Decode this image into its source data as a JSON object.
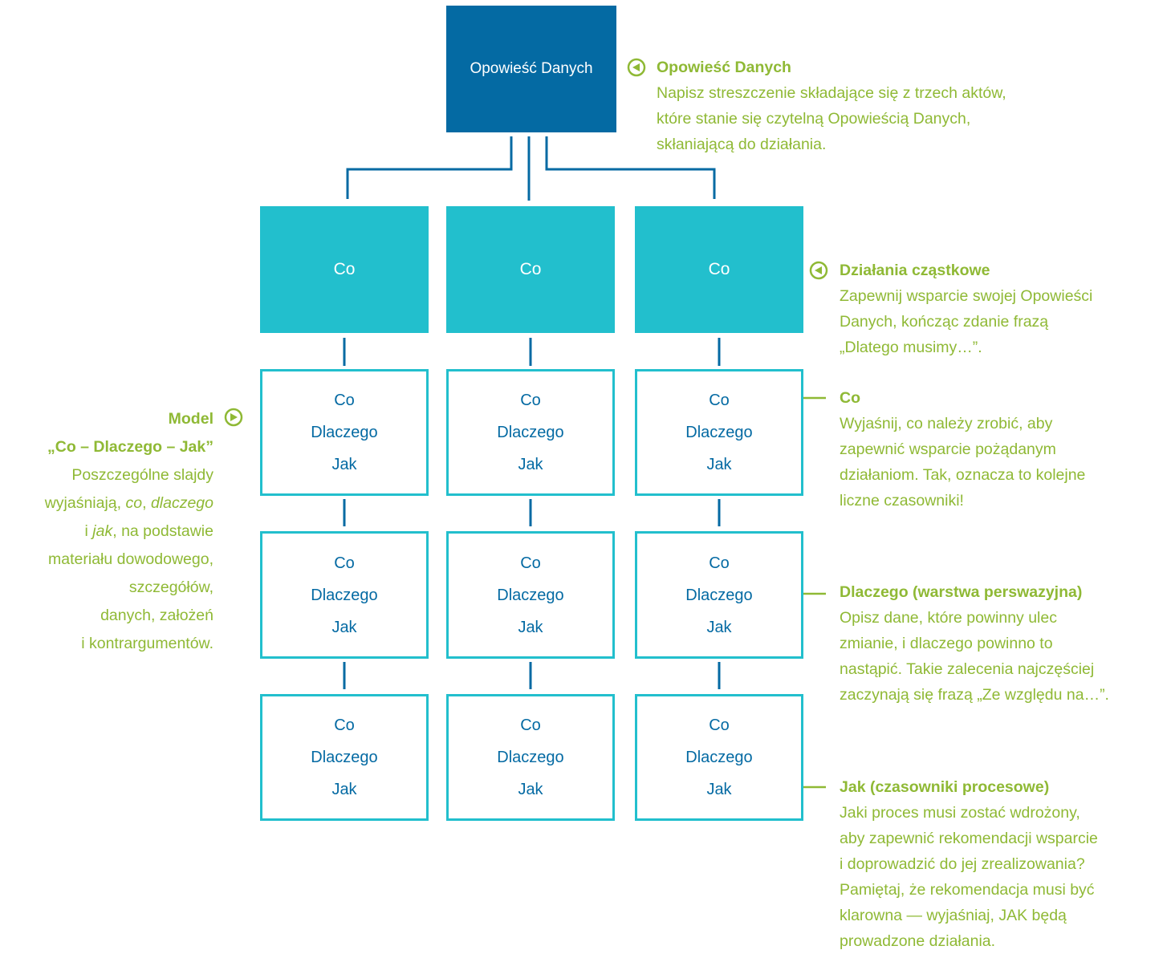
{
  "root": {
    "label": "Opowieść Danych"
  },
  "acts": [
    {
      "label": "Co"
    },
    {
      "label": "Co"
    },
    {
      "label": "Co"
    }
  ],
  "leaves": [
    [
      {
        "co": "Co",
        "dlaczego": "Dlaczego",
        "jak": "Jak"
      },
      {
        "co": "Co",
        "dlaczego": "Dlaczego",
        "jak": "Jak"
      },
      {
        "co": "Co",
        "dlaczego": "Dlaczego",
        "jak": "Jak"
      }
    ],
    [
      {
        "co": "Co",
        "dlaczego": "Dlaczego",
        "jak": "Jak"
      },
      {
        "co": "Co",
        "dlaczego": "Dlaczego",
        "jak": "Jak"
      },
      {
        "co": "Co",
        "dlaczego": "Dlaczego",
        "jak": "Jak"
      }
    ],
    [
      {
        "co": "Co",
        "dlaczego": "Dlaczego",
        "jak": "Jak"
      },
      {
        "co": "Co",
        "dlaczego": "Dlaczego",
        "jak": "Jak"
      },
      {
        "co": "Co",
        "dlaczego": "Dlaczego",
        "jak": "Jak"
      }
    ]
  ],
  "annotations": {
    "story": {
      "title": "Opowieść Danych",
      "lines": [
        "Napisz streszczenie składające się z trzech aktów,",
        "które stanie się czytelną Opowieścią Danych,",
        "skłaniającą do działania."
      ]
    },
    "subactions": {
      "title": "Działania cząstkowe",
      "lines": [
        "Zapewnij wsparcie swojej Opowieści",
        "Danych, kończąc zdanie frazą",
        "„Dlatego musimy…”."
      ]
    },
    "co": {
      "title": "Co",
      "lines": [
        "Wyjaśnij, co należy zrobić, aby",
        "zapewnić wsparcie pożądanym",
        "działaniom. Tak, oznacza to kolejne",
        "liczne czasowniki!"
      ]
    },
    "dlaczego": {
      "title": "Dlaczego (warstwa perswazyjna)",
      "lines": [
        "Opisz dane, które powinny ulec",
        "zmianie, i dlaczego powinno to",
        "nastąpić. Takie zalecenia najczęściej",
        "zaczynają się frazą „Ze względu na…”."
      ]
    },
    "jak": {
      "title": "Jak (czasowniki procesowe)",
      "lines": [
        "Jaki proces musi zostać wdrożony,",
        "aby zapewnić rekomendacji wsparcie",
        "i doprowadzić do jej zrealizowania?",
        "Pamiętaj, że rekomendacja musi być",
        "klarowna — wyjaśniaj, JAK będą",
        "prowadzone działania."
      ]
    },
    "model": {
      "title1": "Model",
      "title2": "„Co – Dlaczego – Jak”",
      "line1": "Poszczególne slajdy",
      "line2_a": "wyjaśniają, ",
      "line2_co": "co",
      "line2_b": ", ",
      "line2_dlaczego": "dlaczego",
      "line3_a": "i ",
      "line3_jak": "jak",
      "line3_b": ", na podstawie",
      "line4": "materiału dowodowego,",
      "line5": "szczegółów,",
      "line6": "danych, założeń",
      "line7": "i kontrargumentów."
    }
  },
  "colors": {
    "dark_blue": "#046aa3",
    "teal": "#22bfcd",
    "green": "#8fb935"
  }
}
